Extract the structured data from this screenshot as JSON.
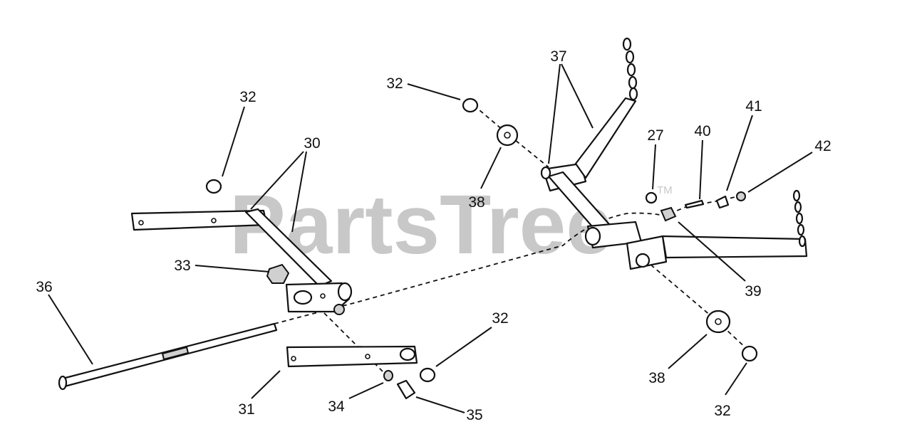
{
  "watermark": {
    "text": "PartsTree",
    "trademark": "TM"
  },
  "callouts": [
    {
      "id": "c32a",
      "label": "32"
    },
    {
      "id": "c30",
      "label": "30"
    },
    {
      "id": "c33",
      "label": "33"
    },
    {
      "id": "c36",
      "label": "36"
    },
    {
      "id": "c31",
      "label": "31"
    },
    {
      "id": "c34",
      "label": "34"
    },
    {
      "id": "c35",
      "label": "35"
    },
    {
      "id": "c32b",
      "label": "32"
    },
    {
      "id": "c32c",
      "label": "32"
    },
    {
      "id": "c38a",
      "label": "38"
    },
    {
      "id": "c37",
      "label": "37"
    },
    {
      "id": "c27",
      "label": "27"
    },
    {
      "id": "c40",
      "label": "40"
    },
    {
      "id": "c41",
      "label": "41"
    },
    {
      "id": "c42",
      "label": "42"
    },
    {
      "id": "c39",
      "label": "39"
    },
    {
      "id": "c38b",
      "label": "38"
    },
    {
      "id": "c32d",
      "label": "32"
    }
  ]
}
